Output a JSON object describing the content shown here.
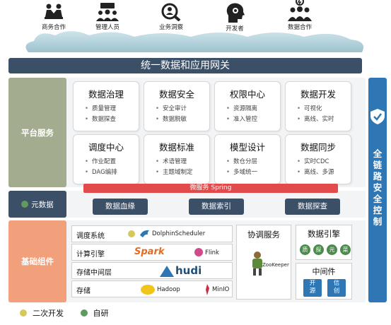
{
  "roles": [
    {
      "label": "商务合作",
      "icon": "handshake-icon"
    },
    {
      "label": "管理人员",
      "icon": "team-icon"
    },
    {
      "label": "业务洞察",
      "icon": "insight-icon"
    },
    {
      "label": "开发者",
      "icon": "developer-icon"
    },
    {
      "label": "数据合作",
      "icon": "collaboration-icon"
    }
  ],
  "gateway": "统一数据和应用网关",
  "security": "全链路安全控制",
  "platform": {
    "label": "平台服务",
    "cards": [
      {
        "title": "数据治理",
        "items": [
          "质量管理",
          "数据探查"
        ]
      },
      {
        "title": "数据安全",
        "items": [
          "安全审计",
          "数据脱敏"
        ]
      },
      {
        "title": "权限中心",
        "items": [
          "资源隔离",
          "准入管控"
        ]
      },
      {
        "title": "数据开发",
        "items": [
          "可视化",
          "离线、实时"
        ]
      },
      {
        "title": "调度中心",
        "items": [
          "作业配置",
          "DAG编排"
        ]
      },
      {
        "title": "数据标准",
        "items": [
          "术语管理",
          "主题域制定"
        ]
      },
      {
        "title": "模型设计",
        "items": [
          "数仓分层",
          "多域统一"
        ]
      },
      {
        "title": "数据同步",
        "items": [
          "实时CDC",
          "离线、多源"
        ]
      }
    ]
  },
  "spring": "微服务 Spring",
  "metadata": {
    "label": "元数据",
    "buttons": [
      "数据血缘",
      "数据索引",
      "数据探查"
    ]
  },
  "base": {
    "label": "基础组件",
    "rows": [
      {
        "label": "调度系统",
        "tools": [
          "DolphinScheduler"
        ]
      },
      {
        "label": "计算引擎",
        "tools": [
          "Spark",
          "Flink"
        ]
      },
      {
        "label": "存储中间层",
        "tools": [
          "hudi"
        ]
      },
      {
        "label": "存储",
        "tools": [
          "Hadoop",
          "MinIO"
        ]
      }
    ],
    "coord": {
      "title": "协调服务",
      "tool": "ZooKeeper"
    },
    "engine": {
      "title": "数据引擎",
      "chips": [
        "质",
        "探",
        "元",
        "菜"
      ]
    },
    "middleware": {
      "title": "中间件",
      "chips": [
        "开源",
        "信创"
      ]
    }
  },
  "legend": [
    {
      "label": "二次开发",
      "color": "#d6c85a"
    },
    {
      "label": "自研",
      "color": "#5f9a5f"
    }
  ],
  "colors": {
    "dark_navy": "#3b4f66",
    "security_blue": "#2f76b5",
    "platform_green": "#a3ac8f",
    "base_orange": "#f2a07b",
    "spring_red": "#e24b4b"
  }
}
